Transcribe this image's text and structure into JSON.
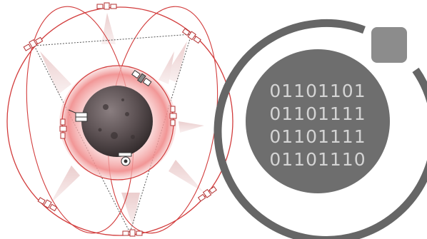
{
  "constellation_diagram": {
    "satellites": [
      {
        "name": "top",
        "angle_label": "north"
      },
      {
        "name": "upper-right",
        "angle_label": "northeast"
      },
      {
        "name": "upper-left",
        "angle_label": "northwest"
      },
      {
        "name": "inner-upper-right",
        "angle_label": "inner-northeast"
      },
      {
        "name": "inner-right",
        "angle_label": "inner-east"
      },
      {
        "name": "inner-left",
        "angle_label": "inner-west"
      },
      {
        "name": "inner-left-small",
        "angle_label": "inner-west-2"
      },
      {
        "name": "inner-bottom",
        "angle_label": "inner-south"
      },
      {
        "name": "lower-left",
        "angle_label": "southwest"
      },
      {
        "name": "lower-right",
        "angle_label": "southeast"
      },
      {
        "name": "bottom",
        "angle_label": "south"
      }
    ],
    "colors": {
      "orbit": "#d23c3c",
      "beam": "#f3dede",
      "glow": "#f08a8a",
      "body": "#4a4142"
    }
  },
  "binary_badge": {
    "lines": [
      "01101101",
      "01101111",
      "01101111",
      "01101110"
    ],
    "colors": {
      "ring": "#666666",
      "disc": "#6e6e6e",
      "square": "#8c8c8c",
      "text": "#d4d4d4"
    }
  }
}
